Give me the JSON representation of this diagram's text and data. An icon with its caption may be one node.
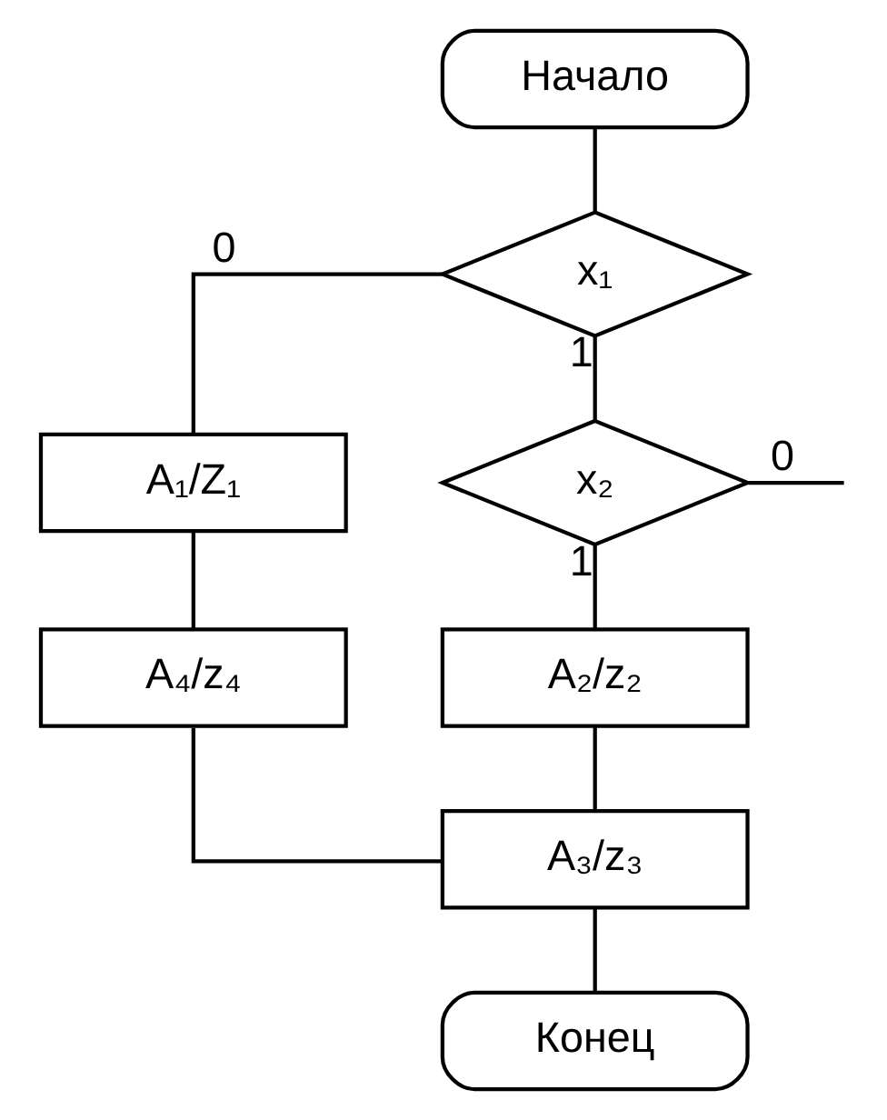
{
  "diagram": {
    "nodes": [
      {
        "text": [
          "Начало"
        ]
      },
      {
        "text": [
          "x₁"
        ]
      },
      {
        "text": [
          "A₁/Z₁"
        ]
      },
      {
        "text": [
          "x₂"
        ]
      },
      {
        "text": [
          "A₄/z₄"
        ]
      },
      {
        "text": [
          "A₂/z₂"
        ]
      },
      {
        "text": [
          "A₃/z₃"
        ]
      },
      {
        "text": [
          "Конец"
        ]
      }
    ],
    "edges": [
      {
        "from": 0,
        "to": 1,
        "arrow": "none"
      },
      {
        "from": 1,
        "to": 2,
        "arrow": "none",
        "label": "0"
      },
      {
        "from": 1,
        "to": 3,
        "arrow": "none",
        "label": "1"
      },
      {
        "from": 3,
        "to": null,
        "arrow": "none",
        "label": "0"
      },
      {
        "from": 3,
        "to": 5,
        "arrow": "none",
        "label": "1"
      },
      {
        "from": 2,
        "to": 4,
        "arrow": "none"
      },
      {
        "from": 4,
        "to": 6,
        "arrow": "none"
      },
      {
        "from": 5,
        "to": 6,
        "arrow": "none"
      },
      {
        "from": 6,
        "to": 7,
        "arrow": "none"
      }
    ]
  }
}
